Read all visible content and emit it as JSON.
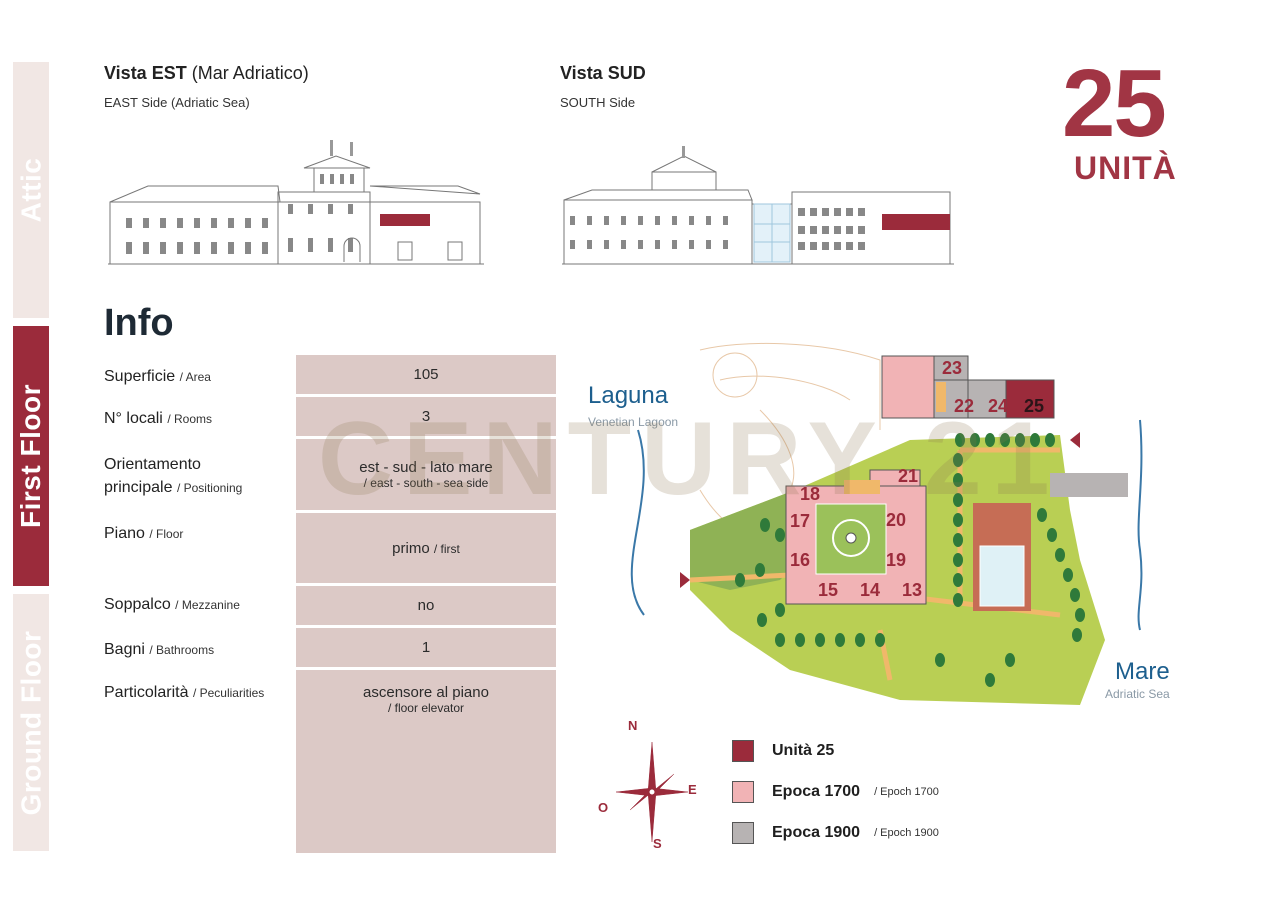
{
  "floor_tabs": {
    "attic": "Attic",
    "first": "First Floor",
    "ground": "Ground Floor"
  },
  "views": {
    "east": {
      "title_bold": "Vista EST",
      "title_rest": "(Mar Adriatico)",
      "subtitle": "EAST Side (Adriatic Sea)"
    },
    "south": {
      "title_bold": "Vista SUD",
      "subtitle": "SOUTH Side"
    }
  },
  "unit": {
    "number": "25",
    "label": "UNITÀ"
  },
  "info": {
    "heading": "Info",
    "rows": [
      {
        "label": "Superficie",
        "label_en": "/ Area",
        "value": "105",
        "value_en": ""
      },
      {
        "label": "N° locali",
        "label_en": "/ Rooms",
        "value": "3",
        "value_en": ""
      },
      {
        "label": "Orientamento",
        "label2": "principale",
        "label_en": "/ Positioning",
        "value": "est - sud - lato mare",
        "value_en": "/ east - south - sea side"
      },
      {
        "label": "Piano",
        "label_en": "/ Floor",
        "value": "primo",
        "value_en": "/ first"
      },
      {
        "label": "Soppalco",
        "label_en": "/ Mezzanine",
        "value": "no",
        "value_en": ""
      },
      {
        "label": "Bagni",
        "label_en": "/ Bathrooms",
        "value": "1",
        "value_en": ""
      },
      {
        "label": "Particolarità",
        "label_en": "/ Peculiarities",
        "value": "ascensore al piano",
        "value_en": "/ floor elevator"
      }
    ]
  },
  "watermark": "CENTURY 21",
  "map": {
    "laguna": "Laguna",
    "laguna_en": "Venetian Lagoon",
    "mare": "Mare",
    "mare_en": "Adriatic Sea",
    "unit_numbers": [
      "23",
      "22",
      "24",
      "25",
      "21",
      "18",
      "17",
      "20",
      "16",
      "19",
      "15",
      "14",
      "13"
    ],
    "compass": {
      "n": "N",
      "e": "E",
      "s": "S",
      "o": "O"
    }
  },
  "legend": [
    {
      "label": "Unità 25",
      "label_en": "",
      "color": "#9b2b3b"
    },
    {
      "label": "Epoca 1700",
      "label_en": "/ Epoch 1700",
      "color": "#f1b3b5"
    },
    {
      "label": "Epoca 1900",
      "label_en": "/ Epoch 1900",
      "color": "#b7b3b3"
    }
  ],
  "colors": {
    "accent": "#a13544",
    "cell": "#dcc9c6",
    "tab_active": "#9b2b3b",
    "tab_inactive": "#f1e7e4"
  }
}
